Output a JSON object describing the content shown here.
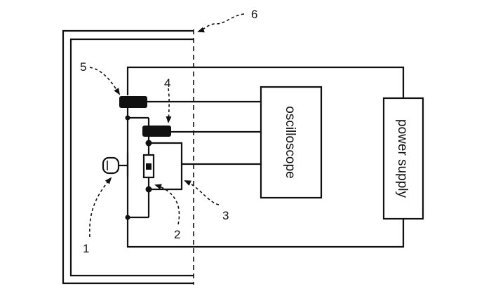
{
  "labels": {
    "oscilloscope": "oscilloscope",
    "power_supply": "power supply",
    "n1": "1",
    "n2": "2",
    "n3": "3",
    "n4": "4",
    "n5": "5",
    "n6": "6"
  }
}
